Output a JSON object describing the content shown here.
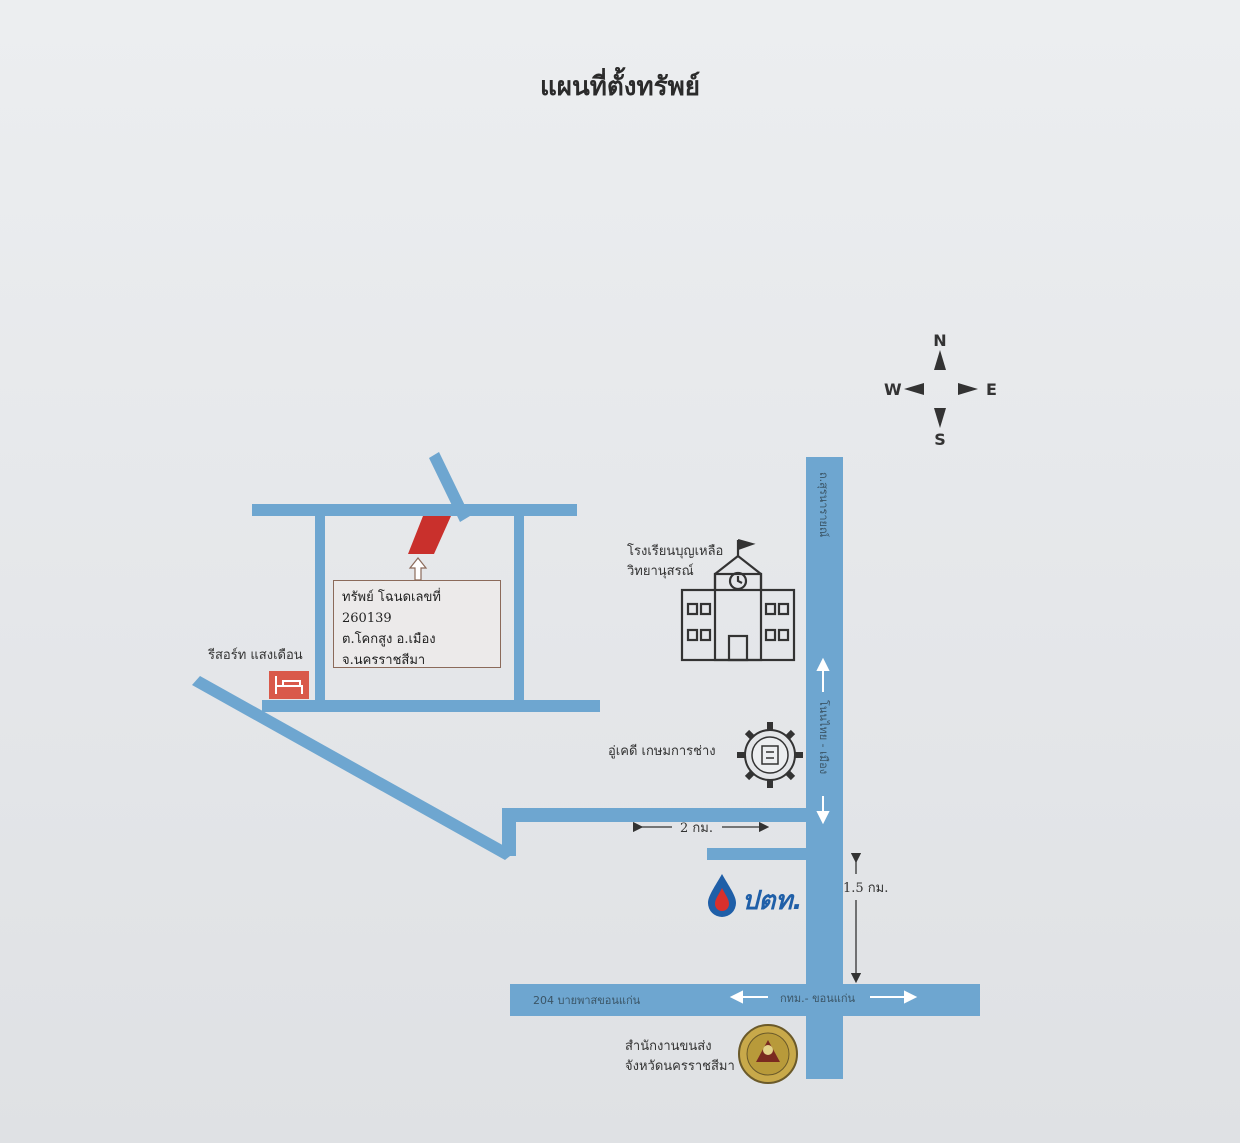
{
  "title": "แผนที่ตั้งทรัพย์",
  "compass": {
    "north": "N",
    "south": "S",
    "east": "E",
    "west": "W"
  },
  "property": {
    "line1": "ทรัพย์ โฉนดเลขที่ 260139",
    "line2": "ต.โคกสูง อ.เมือง",
    "line3": "จ.นครราชสีมา"
  },
  "landmarks": {
    "resort": "รีสอร์ท แสงเดือน",
    "school_line1": "โรงเรียนบุญเหลือ",
    "school_line2": "วิทยานุสรณ์",
    "garage": "อู่เคดี เกษมการช่าง",
    "gas_station": "ปตท.",
    "office_line1": "สำนักงานขนส่ง",
    "office_line2": "จังหวัดนครราชสีมา"
  },
  "roads": {
    "vertical_top": "ถ.สุรนารายณ์",
    "vertical_mid": "โนนไทย - เมือง",
    "bottom_left": "204 บายพาสขอนแก่น",
    "bottom_right": "กทม.- ขอนแก่น"
  },
  "distances": {
    "horizontal": "2 กม.",
    "vertical": "1.5 กม."
  },
  "colors": {
    "road": "#6ea6d0",
    "property": "#c9302c",
    "resort_icon": "#d9594a",
    "box_border": "#8b6a5a"
  }
}
